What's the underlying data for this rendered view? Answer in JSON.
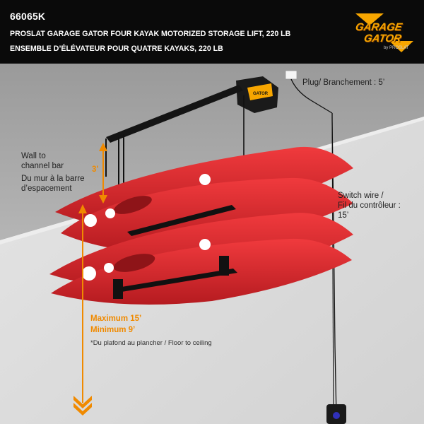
{
  "header": {
    "sku": "66065K",
    "title_en": "PROSLAT GARAGE GATOR FOUR KAYAK MOTORIZED STORAGE LIFT, 220 LB",
    "title_fr": "ENSEMBLE D’ÉLÉVATEUR POUR QUATRE KAYAKS, 220 LB",
    "logo_line1": "GARAGE",
    "logo_line2": "GATOR",
    "logo_line3": "by PROSLAT"
  },
  "labels": {
    "plug": "Plug/ Branchement : 5’",
    "wall_en_1": "Wall to",
    "wall_en_2": "channel bar",
    "wall_fr_1": "Du mur à la barre",
    "wall_fr_2": "d’espacement",
    "gap": "3’",
    "switch_1": "Switch wire /",
    "switch_2": "Fil du contrôleur :",
    "switch_3": "15’",
    "max": "Maximum 15’",
    "min": "Minimum 9’",
    "note": "*Du plafond au plancher / Floor to ceiling"
  },
  "colors": {
    "accent": "#f08a00",
    "kayak": "#e0262b",
    "header_bg": "#0a0a0a"
  }
}
